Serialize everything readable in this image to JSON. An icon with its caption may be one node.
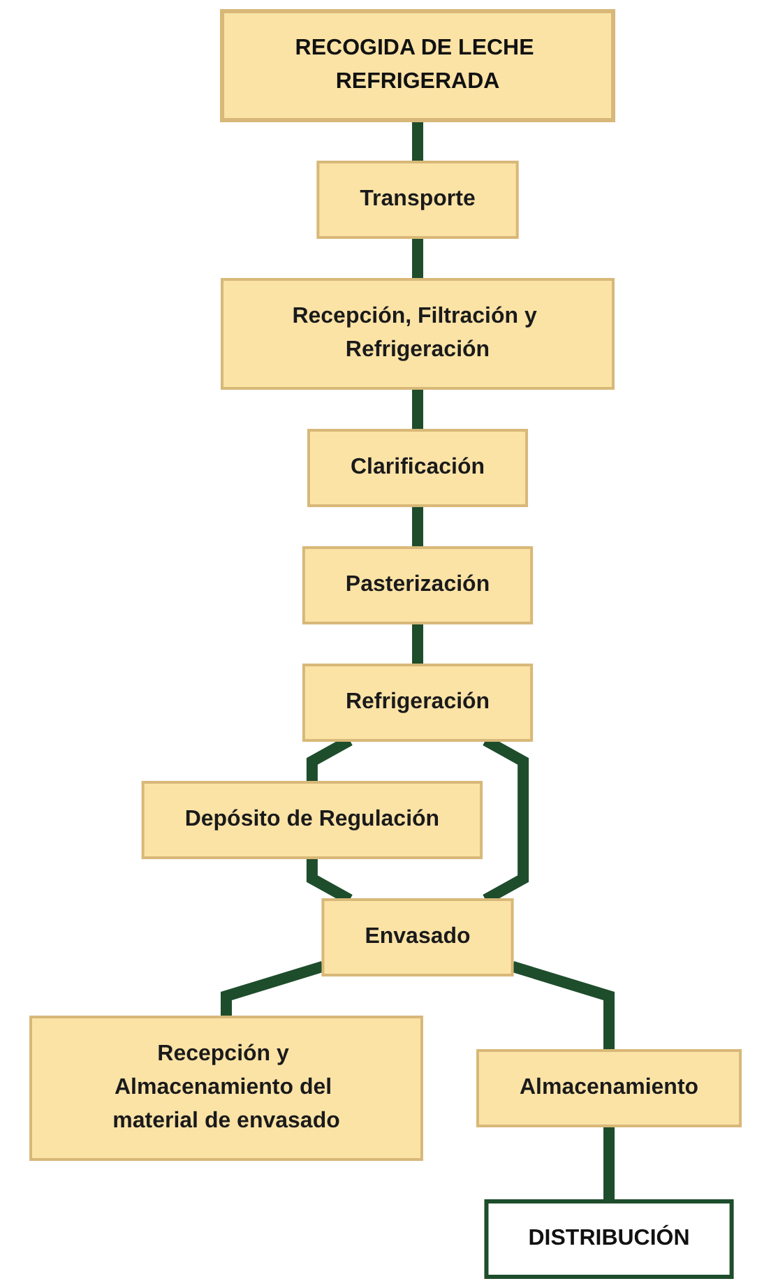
{
  "diagram": {
    "nodes": [
      {
        "text": [
          "RECOGIDA DE LECHE REFRIGERADA"
        ]
      },
      {
        "text": [
          "Transporte"
        ]
      },
      {
        "text": [
          "Recepción, Filtración y Refrigeración"
        ]
      },
      {
        "text": [
          "Clarificación"
        ]
      },
      {
        "text": [
          "Pasterización"
        ]
      },
      {
        "text": [
          "Refrigeración"
        ]
      },
      {
        "text": [
          "Depósito de Regulación"
        ]
      },
      {
        "text": [
          "Envasado"
        ]
      },
      {
        "text": [
          "Recepción y Almacenamiento del material de envasado"
        ]
      },
      {
        "text": [
          "Almacenamiento"
        ]
      },
      {
        "text": [
          "DISTRIBUCIÓN"
        ]
      }
    ],
    "edges": [
      {
        "from": 0,
        "to": 1,
        "arrow": "none"
      },
      {
        "from": 1,
        "to": 2,
        "arrow": "none"
      },
      {
        "from": 2,
        "to": 3,
        "arrow": "none"
      },
      {
        "from": 3,
        "to": 4,
        "arrow": "none"
      },
      {
        "from": 4,
        "to": 5,
        "arrow": "none"
      },
      {
        "from": 5,
        "to": 6,
        "arrow": "none"
      },
      {
        "from": 6,
        "to": 7,
        "arrow": "none"
      },
      {
        "from": 5,
        "to": 7,
        "arrow": "none"
      },
      {
        "from": 7,
        "to": 8,
        "arrow": "none"
      },
      {
        "from": 7,
        "to": 9,
        "arrow": "none"
      },
      {
        "from": 9,
        "to": 10,
        "arrow": "none"
      }
    ]
  }
}
